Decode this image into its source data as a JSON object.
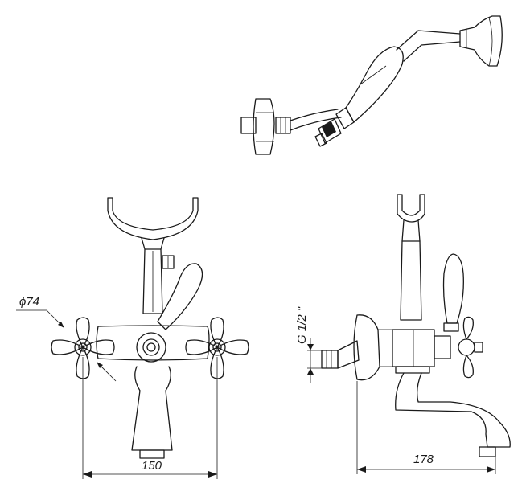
{
  "dimensions": {
    "diameter_label": "ϕ74",
    "thread_label": "G 1/2 \"",
    "front_width_label": "150",
    "side_depth_label": "178"
  },
  "colors": {
    "line": "#1a1a1a",
    "background": "#ffffff",
    "hatch": "#000000"
  }
}
